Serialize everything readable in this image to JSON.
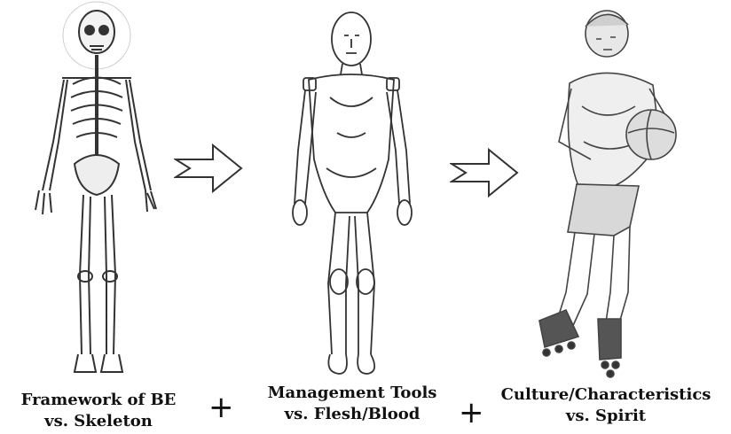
{
  "captions": [
    {
      "line1": "Framework of BE",
      "line2": "vs. Skeleton"
    },
    {
      "line1": "Management Tools",
      "line2": "vs.  Flesh/Blood"
    },
    {
      "line1": "Culture/Characteristics",
      "line2": "vs. Spirit"
    }
  ],
  "operators": [
    "+",
    "+"
  ]
}
